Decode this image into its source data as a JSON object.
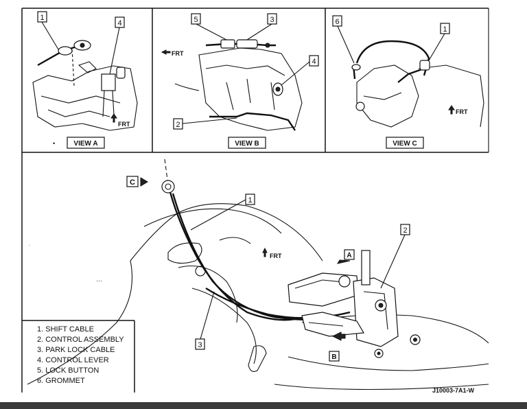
{
  "views": {
    "a": {
      "label": "VIEW A",
      "frt": "FRT",
      "callouts": [
        "1",
        "4"
      ]
    },
    "b": {
      "label": "VIEW B",
      "frt": "FRT",
      "callouts": [
        "5",
        "3",
        "4",
        "2"
      ]
    },
    "c": {
      "label": "VIEW C",
      "frt": "FRT",
      "callouts": [
        "6",
        "1"
      ]
    }
  },
  "main": {
    "frt": "FRT",
    "callouts": [
      "1",
      "2",
      "3"
    ],
    "view_arrows": [
      "C",
      "A",
      "B"
    ]
  },
  "legend": [
    "1. SHIFT CABLE",
    "2. CONTROL ASSEMBLY",
    "3. PARK LOCK CABLE",
    "4. CONTROL LEVER",
    "5. LOCK BUTTON",
    "6. GROMMET"
  ],
  "figure_id": "J10003-7A1-W"
}
